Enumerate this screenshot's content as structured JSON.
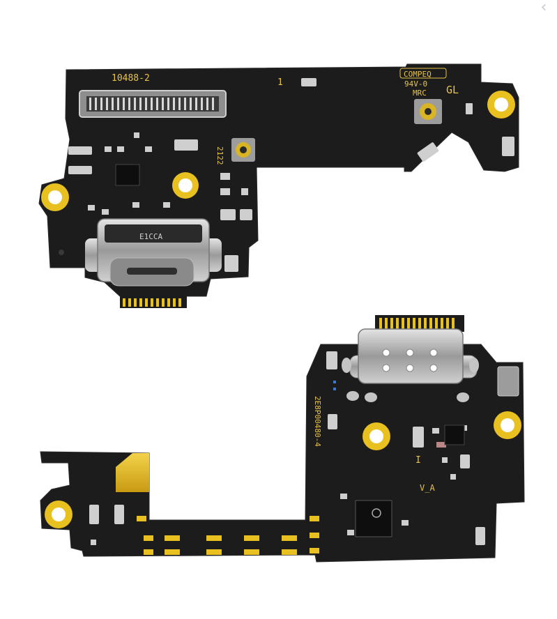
{
  "image": {
    "alt": "Two charging port flex PCB boards with USB-C connectors"
  },
  "board_top": {
    "labels": {
      "part_number": "10488-2",
      "marker_1": "1",
      "date_code": "2122",
      "connector_mark": "E1CCA",
      "vendor": "COMPEQ",
      "rating": "94V-0",
      "mrc": "MRC",
      "gl": "GL"
    }
  },
  "board_bottom": {
    "labels": {
      "lot_code": "2E8P00480-4",
      "marker_i": "I",
      "version": "V_A"
    }
  },
  "colors": {
    "pcb": "#1c1c1c",
    "gold": "#e8c020",
    "metal": "#b9b9b9",
    "background": "#ffffff"
  },
  "nav": {
    "icon": "chevron-left-icon"
  }
}
